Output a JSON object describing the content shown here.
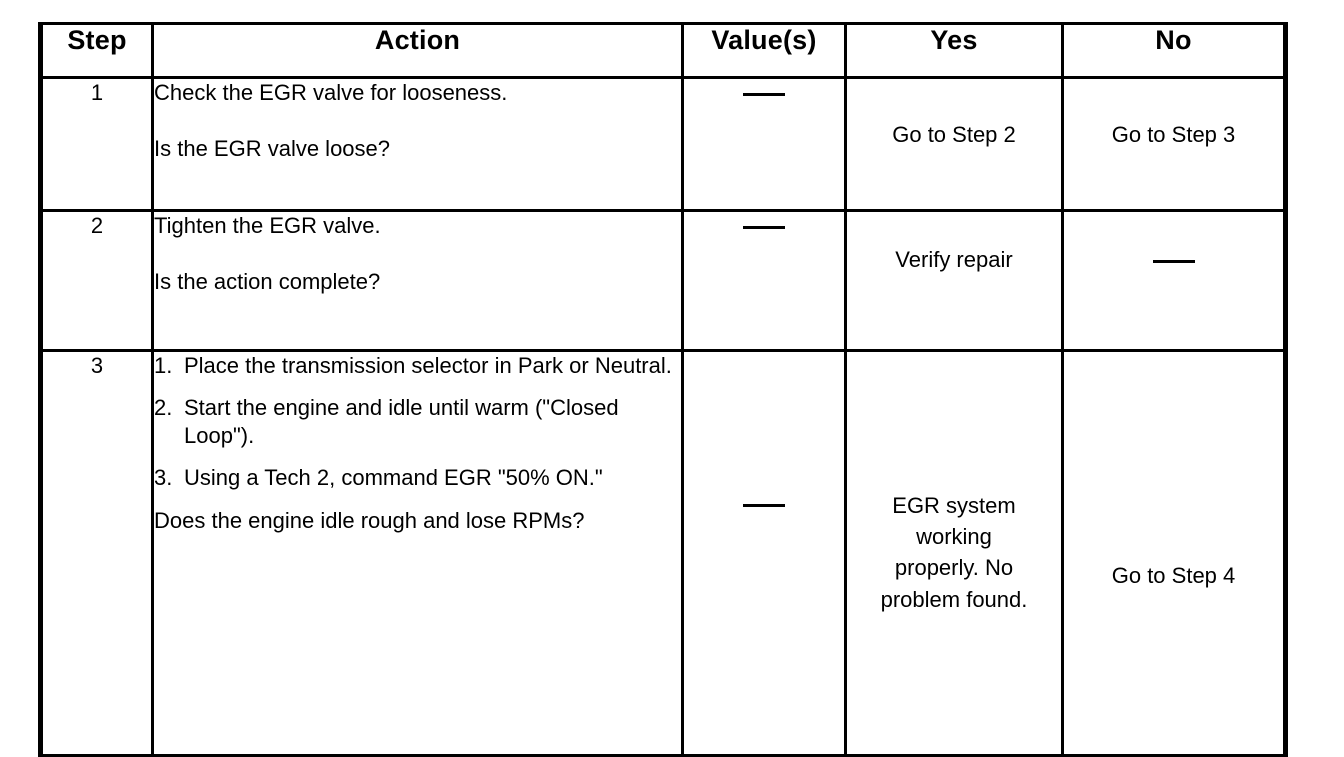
{
  "table": {
    "columns": [
      "Step",
      "Action",
      "Value(s)",
      "Yes",
      "No"
    ],
    "dash_symbol": "—",
    "rows": [
      {
        "step": "1",
        "action_lines": [
          "Check the EGR valve for looseness.",
          "Is the EGR valve loose?"
        ],
        "value": "—",
        "yes": "Go to Step 2",
        "no": "Go to Step 3"
      },
      {
        "step": "2",
        "action_lines": [
          "Tighten the EGR valve.",
          "Is the action complete?"
        ],
        "value": "—",
        "yes": "Verify repair",
        "no": "—"
      },
      {
        "step": "3",
        "action_items": [
          {
            "num": "1.",
            "text": "Place the transmission selector in Park or Neutral."
          },
          {
            "num": "2.",
            "text": "Start the engine and idle until warm (\"Closed Loop\")."
          },
          {
            "num": "3.",
            "text": "Using a Tech 2, command EGR \"50% ON.\""
          }
        ],
        "question": "Does the engine idle rough and lose RPMs?",
        "value": "—",
        "yes_lines": [
          "EGR system",
          "working",
          "properly. No",
          "problem found."
        ],
        "no": "Go to Step 4"
      }
    ]
  }
}
